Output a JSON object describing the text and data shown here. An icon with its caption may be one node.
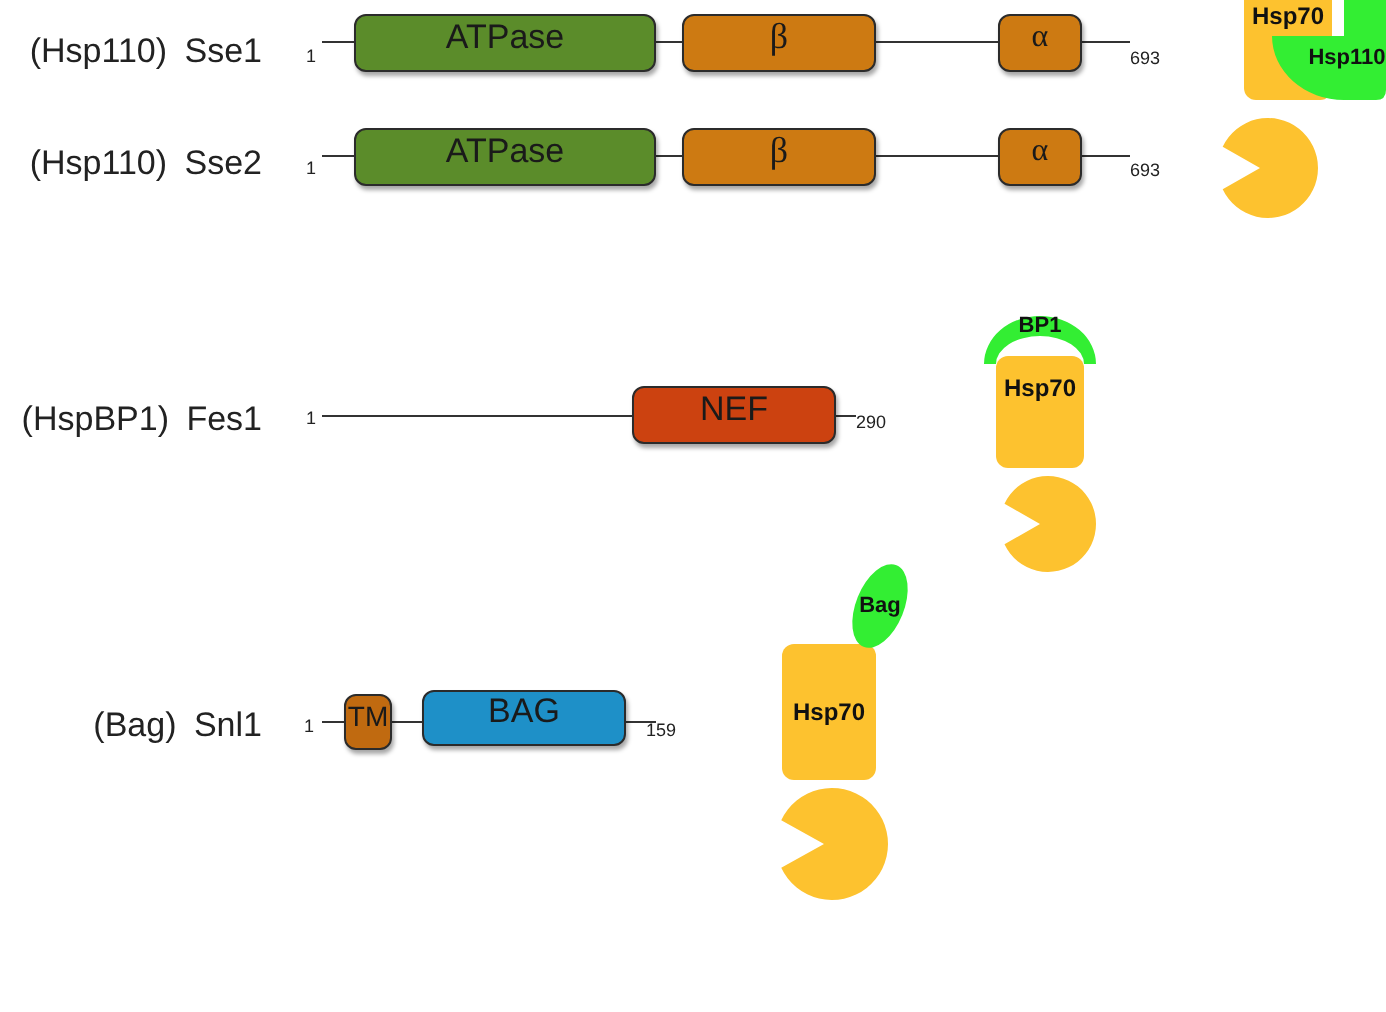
{
  "diagram": {
    "nodes": [
      {
        "text": [
          "ATPase"
        ]
      },
      {
        "text": [
          "β"
        ]
      },
      {
        "text": [
          "α"
        ]
      },
      {
        "text": [
          "ATPase"
        ]
      },
      {
        "text": [
          "β"
        ]
      },
      {
        "text": [
          "α"
        ]
      },
      {
        "text": [
          "NEF"
        ]
      },
      {
        "text": [
          "TM"
        ]
      },
      {
        "text": [
          "BAG"
        ]
      },
      {
        "text": [
          "Hsp70"
        ]
      },
      {
        "text": [
          "Hsp110"
        ]
      },
      {
        "text": [
          "BP1"
        ]
      },
      {
        "text": [
          "Hsp70"
        ]
      },
      {
        "text": [
          "Bag"
        ]
      },
      {
        "text": [
          "Hsp70"
        ]
      }
    ],
    "labels": [
      "(Hsp110) Sse1",
      "1",
      "693",
      "(Hsp110) Sse2",
      "1",
      "693",
      "(HspBP1) Fes1",
      "1",
      "290",
      "(Bag) Snl1",
      "1",
      "159"
    ]
  }
}
